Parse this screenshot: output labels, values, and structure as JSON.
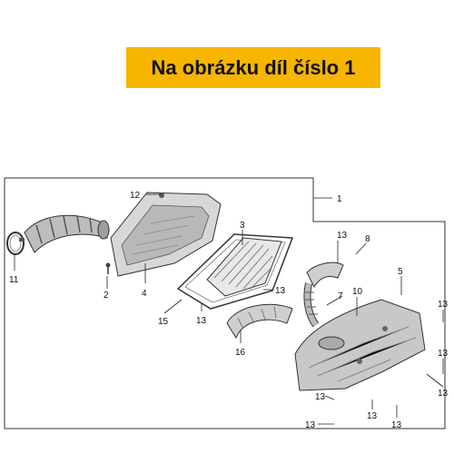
{
  "banner": {
    "text": "Na obrázku díl číslo 1",
    "color": "#f7b500"
  },
  "callouts": {
    "c1": "1",
    "c2": "2",
    "c3": "3",
    "c4": "4",
    "c5": "5",
    "c7": "7",
    "c8": "8",
    "c10": "10",
    "c11": "11",
    "c12": "12",
    "c13": "13",
    "c15": "15",
    "c16": "16"
  },
  "parts": [
    "intake-duct",
    "hose-clamp",
    "air-cleaner-case-cover",
    "air-filter-element",
    "gasket",
    "air-cleaner-case",
    "connecting-tube",
    "resonator-hose",
    "bracket-hose"
  ]
}
